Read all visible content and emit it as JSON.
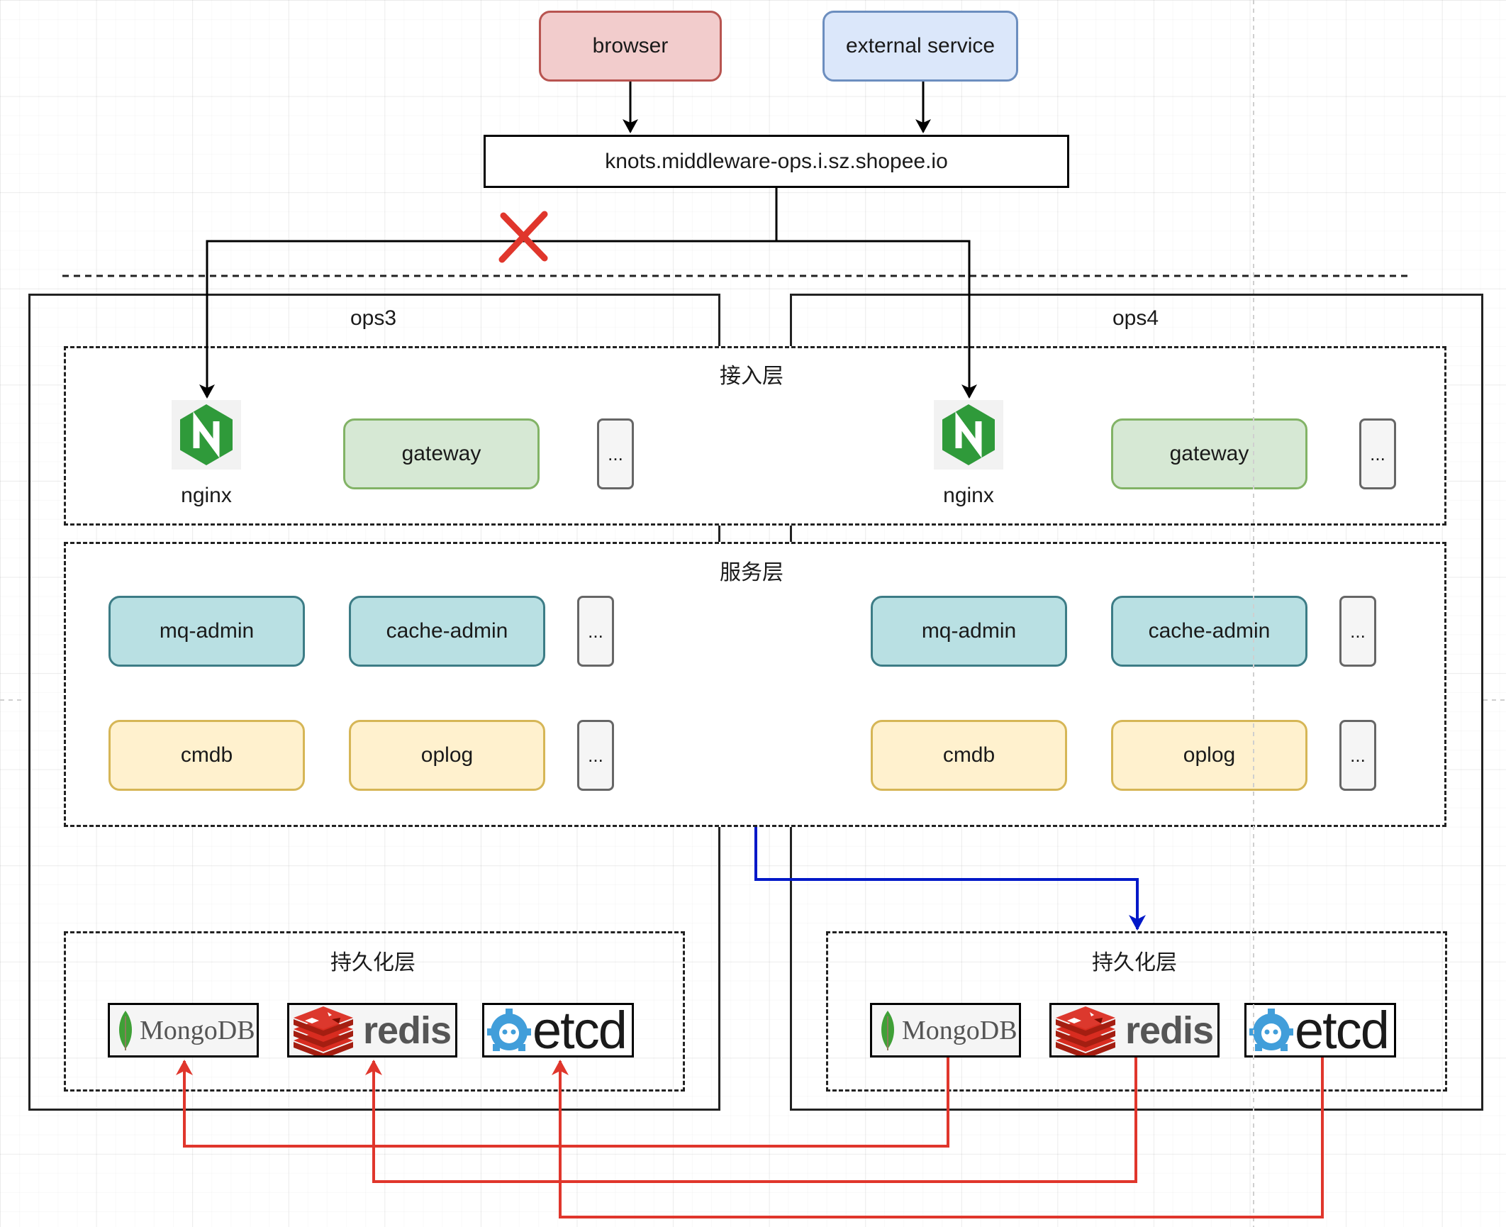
{
  "clients": {
    "browser": "browser",
    "external_service": "external service"
  },
  "domain": "knots.middleware-ops.i.sz.shopee.io",
  "datacenters": [
    {
      "name": "ops3",
      "access_layer": {
        "title": "接入层",
        "nginx_label": "nginx",
        "gateway": "gateway",
        "more": "..."
      },
      "service_layer": {
        "mq_admin": "mq-admin",
        "cache_admin": "cache-admin",
        "cmdb": "cmdb",
        "oplog": "oplog",
        "more": "..."
      },
      "persistence_layer": {
        "title": "持久化层",
        "mongodb": "MongoDB",
        "redis": "redis",
        "etcd": "etcd"
      }
    },
    {
      "name": "ops4",
      "access_layer": {
        "title": "接入层",
        "nginx_label": "nginx",
        "gateway": "gateway",
        "more": "..."
      },
      "service_layer": {
        "mq_admin": "mq-admin",
        "cache_admin": "cache-admin",
        "cmdb": "cmdb",
        "oplog": "oplog",
        "more": "..."
      },
      "persistence_layer": {
        "title": "持久化层",
        "mongodb": "MongoDB",
        "redis": "redis",
        "etcd": "etcd"
      }
    }
  ],
  "shared_layers": {
    "access_title": "接入层",
    "service_title": "服务层"
  },
  "icons": {
    "blocked": "red-x-icon",
    "nginx": "nginx-logo-icon",
    "mongodb": "mongodb-leaf-icon",
    "redis": "redis-stack-icon",
    "etcd": "etcd-gear-icon"
  },
  "colors": {
    "browser_fill": "#f2cccc",
    "external_fill": "#dbe7fa",
    "gateway_fill": "#d6e8d4",
    "admin_fill": "#b9e0e3",
    "biz_fill": "#fff1ce",
    "replication_arrow": "#e0362c",
    "cross_dc_arrow": "#0018c8",
    "nginx_green": "#2f9a3a",
    "redis_red": "#c6302b",
    "etcd_blue": "#419eda"
  }
}
